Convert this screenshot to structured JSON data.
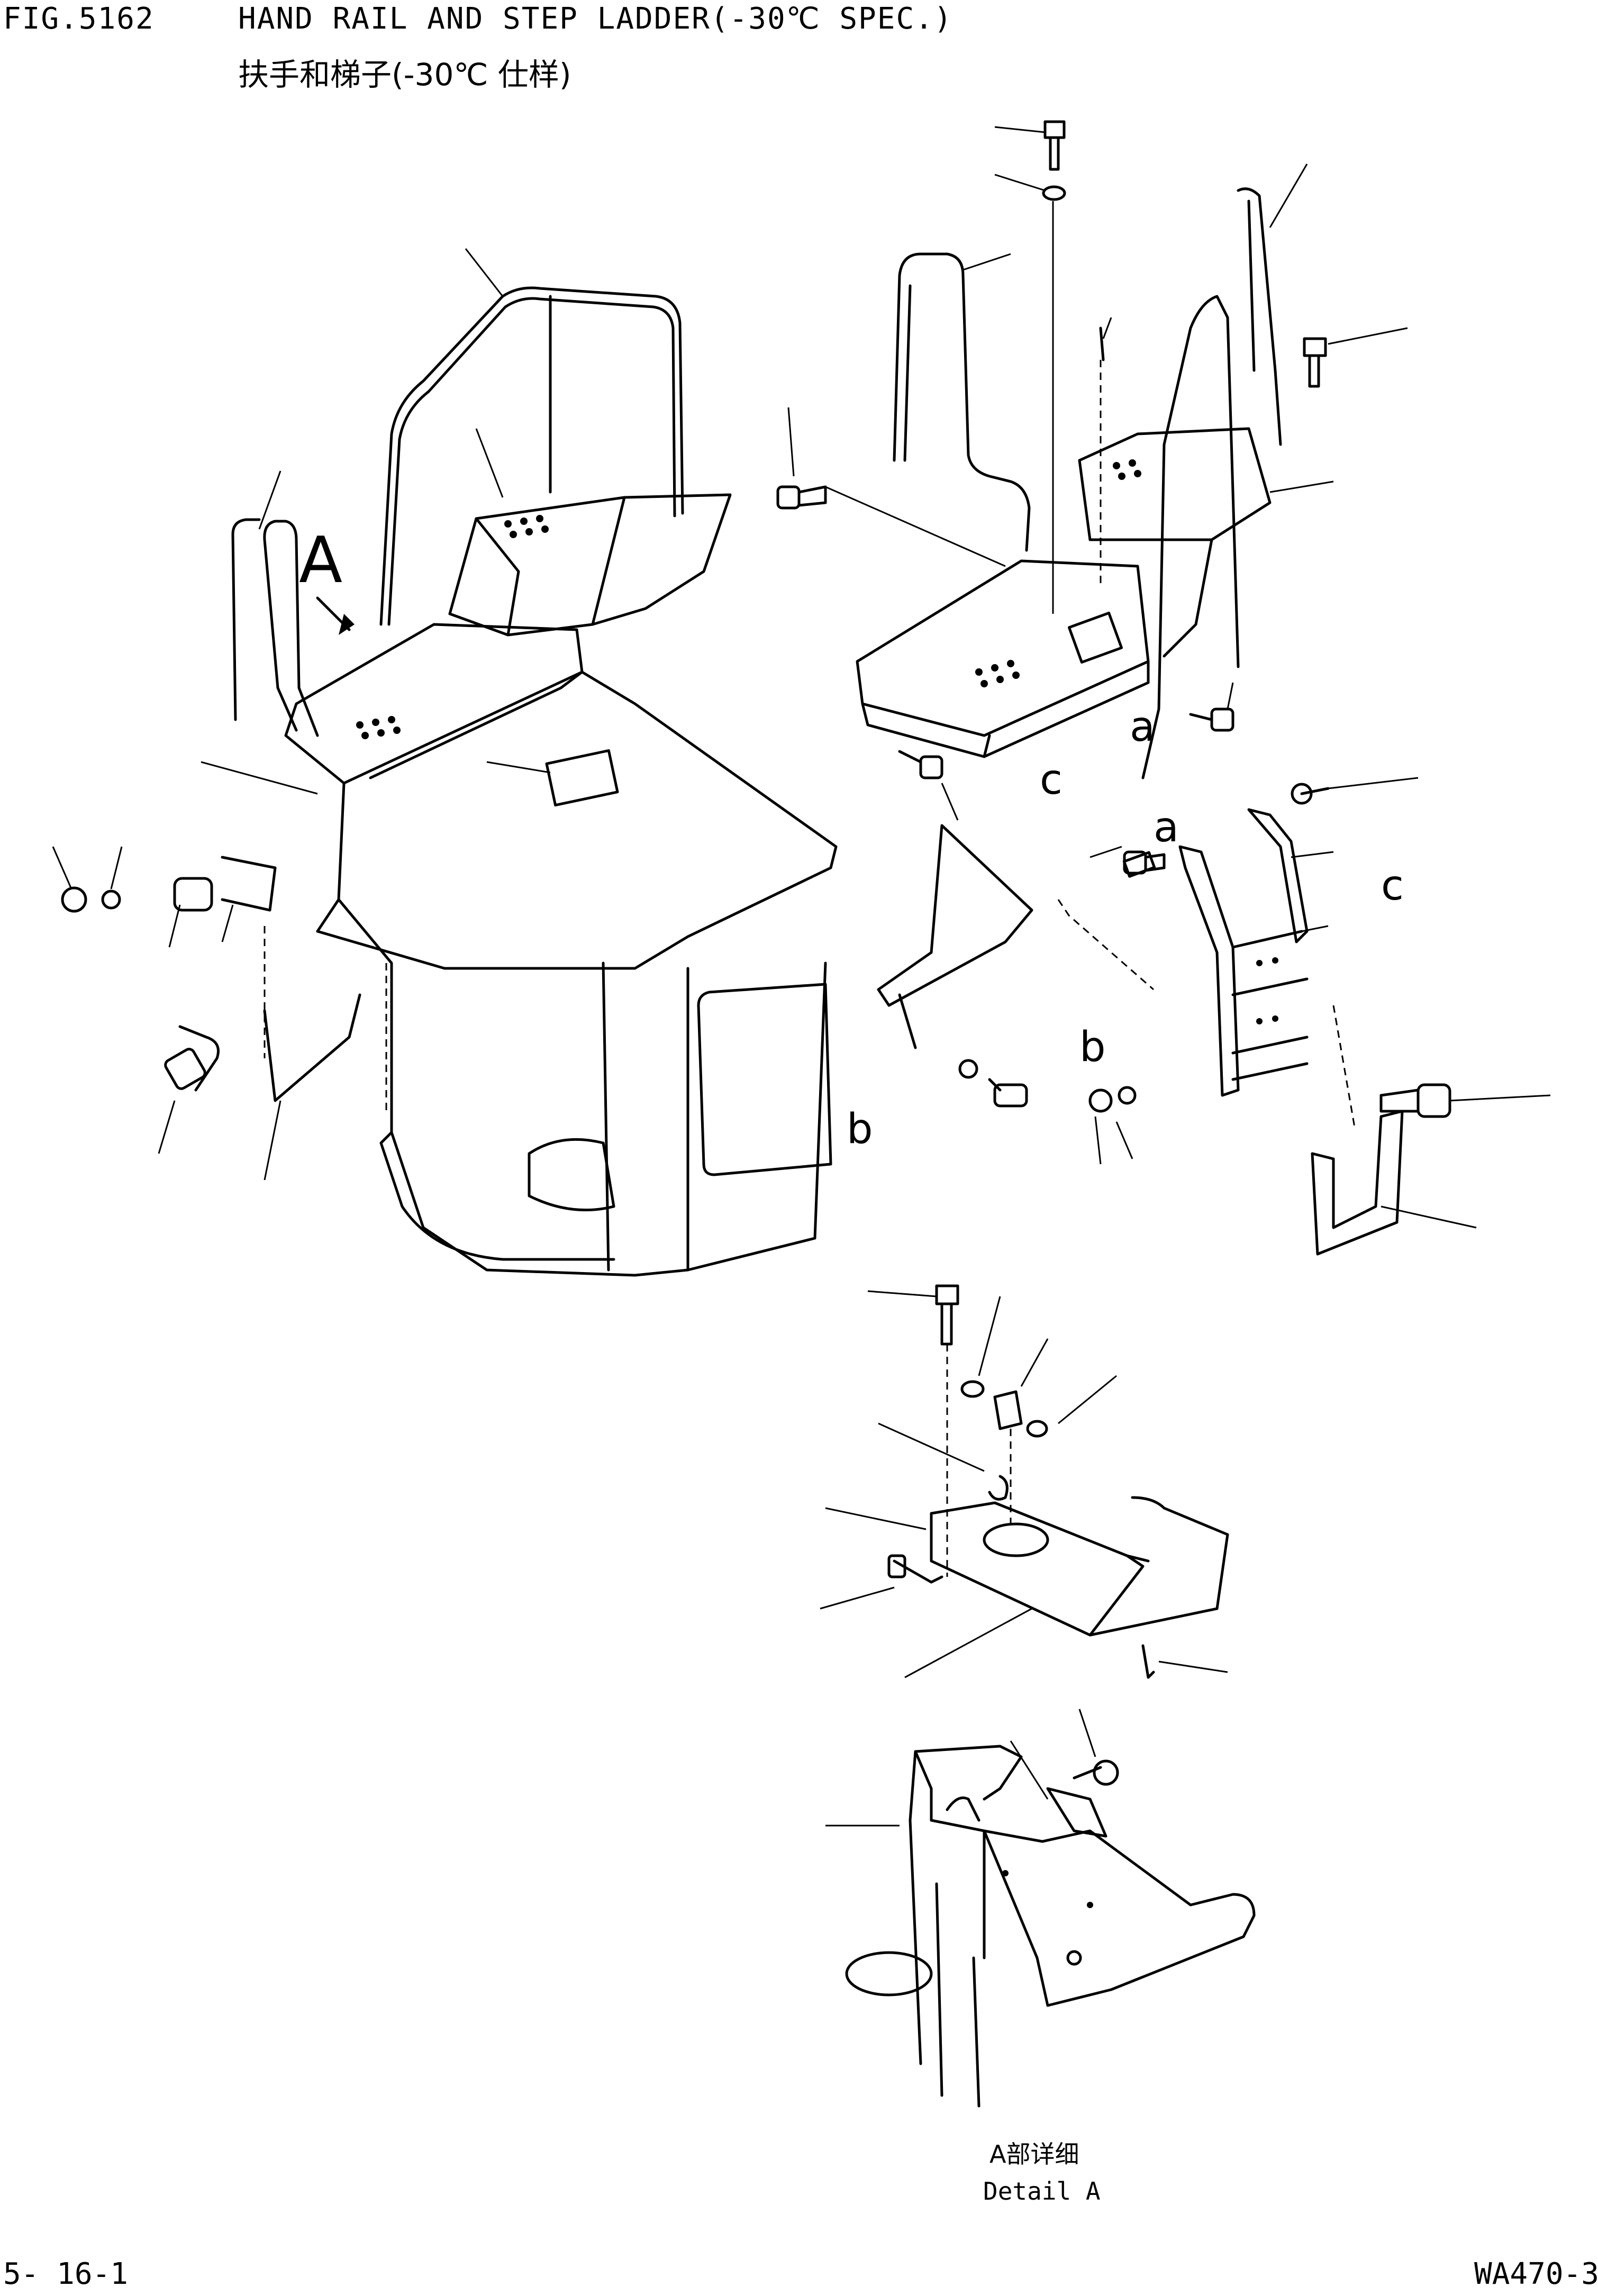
{
  "header": {
    "fig_code": "FIG.5162",
    "title_en": "HAND RAIL AND STEP LADDER(-30℃ SPEC.)",
    "title_cn": "扶手和梯子(-30℃ 仕样)"
  },
  "detail": {
    "label_cn": "A部详细",
    "label_en": "Detail A"
  },
  "footer": {
    "page": "5- 16-1",
    "model": "WA470-3"
  },
  "callouts": {
    "A": "A",
    "a1": "a",
    "a2": "a",
    "b1": "b",
    "b2": "b",
    "c1": "c",
    "c2": "c"
  }
}
